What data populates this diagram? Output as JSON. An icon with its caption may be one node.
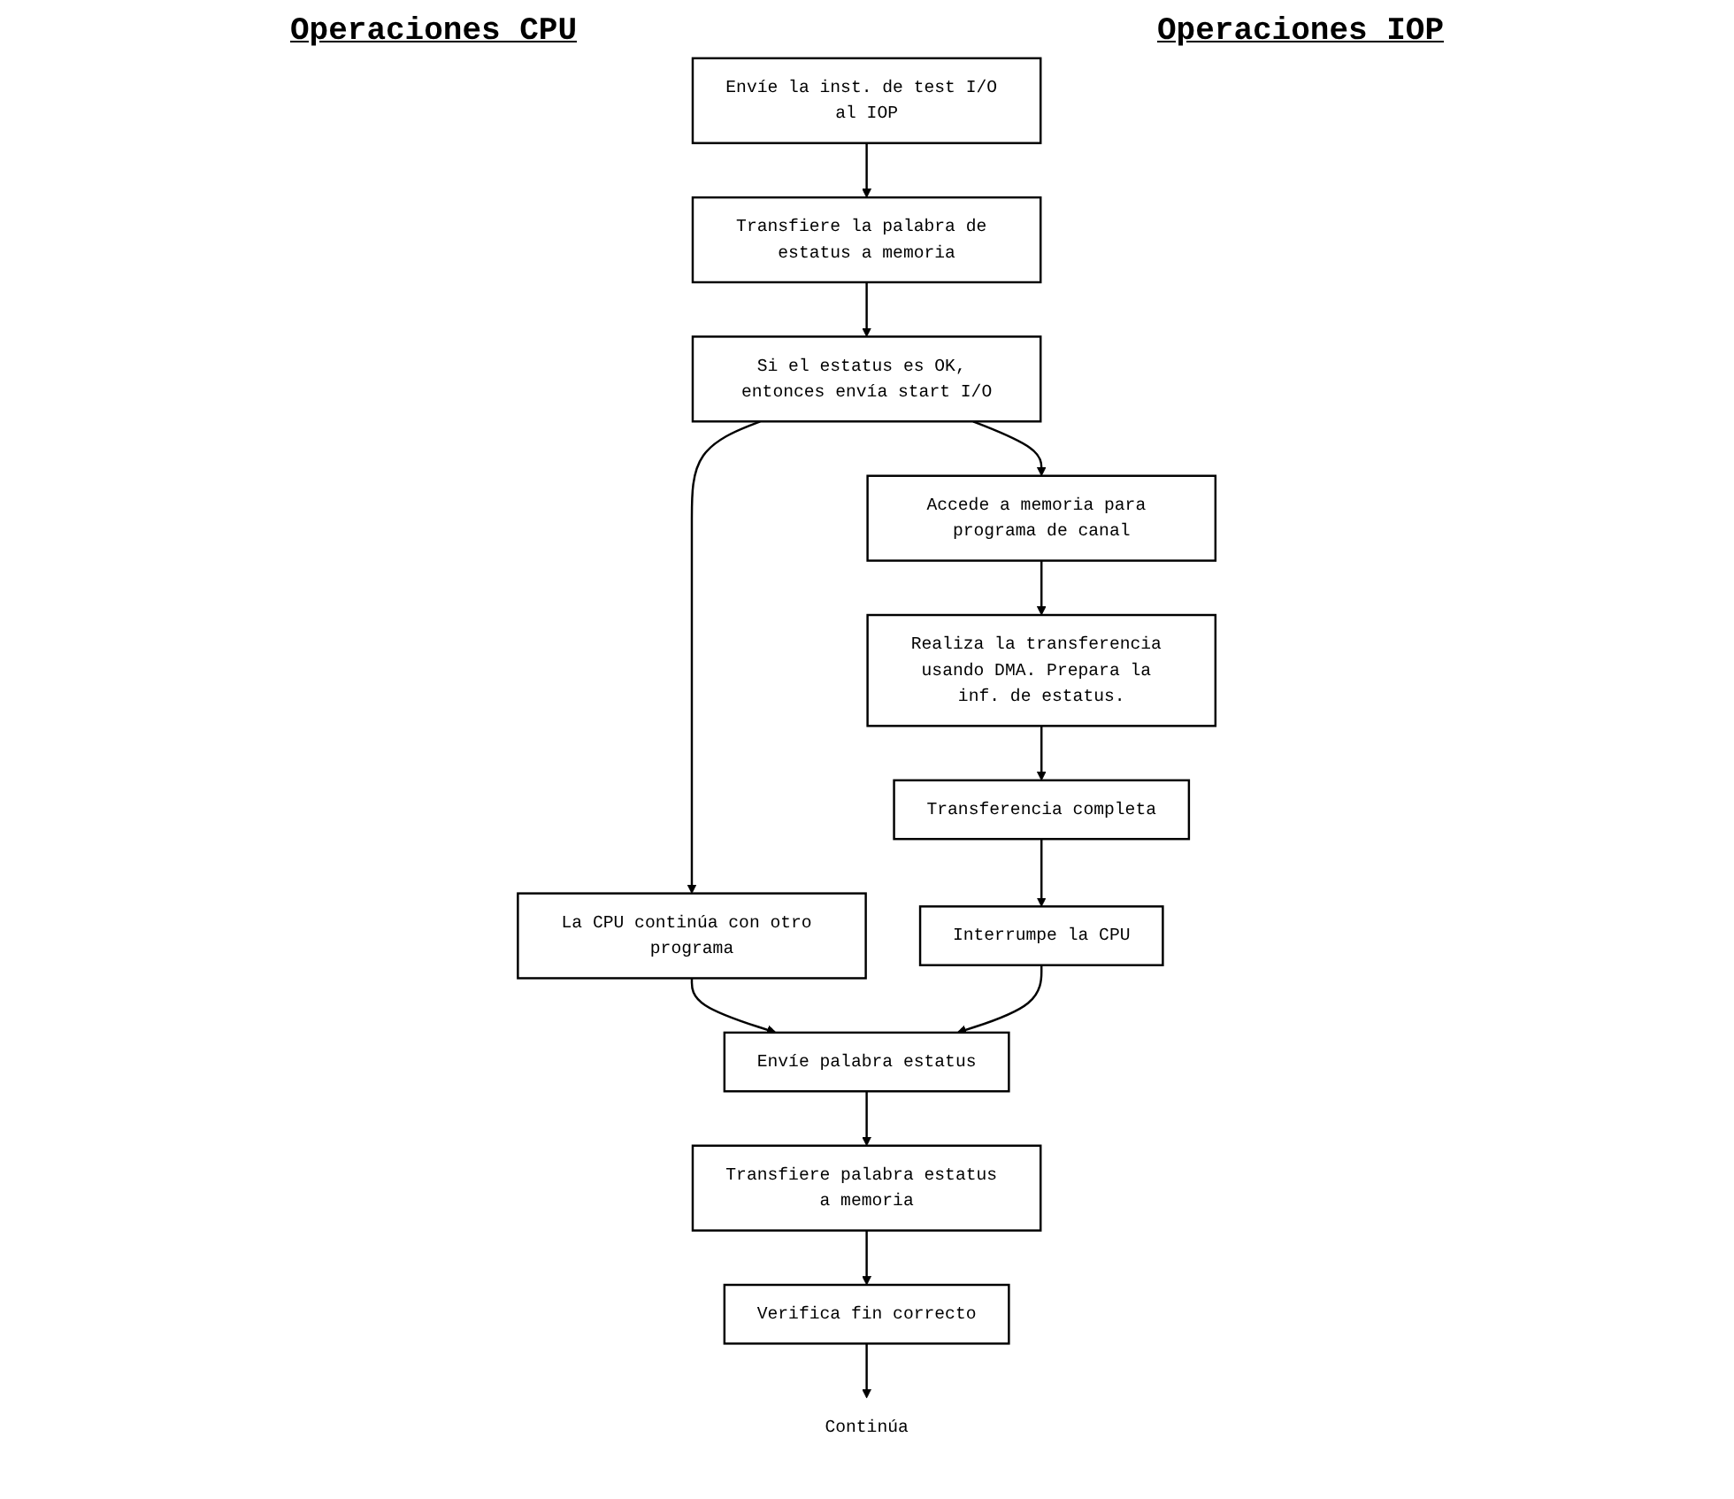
{
  "diagram": {
    "nodes": [
      {
        "text": [
          "Envíe la inst. de test I/O al IOP"
        ]
      },
      {
        "text": [
          "Transfiere la palabra de estatus a memoria"
        ]
      },
      {
        "text": [
          "Si el estatus es OK, entonces envía start I/O"
        ]
      },
      {
        "text": [
          "Accede a memoria para programa de canal"
        ]
      },
      {
        "text": [
          "La CPU continúa con otro programa"
        ]
      },
      {
        "text": [
          "Realiza la transferencia usando DMA. Prepara la inf. de estatus."
        ]
      },
      {
        "text": [
          "Transferencia completa"
        ]
      },
      {
        "text": [
          "Interrumpe la CPU"
        ]
      },
      {
        "text": [
          "Envíe palabra estatus"
        ]
      },
      {
        "text": [
          "Transfiere palabra estatus a memoria"
        ]
      },
      {
        "text": [
          "Verifica fin correcto"
        ]
      },
      {
        "text": [
          "Continúa"
        ]
      }
    ],
    "edges": [
      {
        "from": 0,
        "to": 1,
        "arrow": "to"
      },
      {
        "from": 1,
        "to": 2,
        "arrow": "to"
      },
      {
        "from": 2,
        "to": 3,
        "arrow": "to"
      },
      {
        "from": 2,
        "to": 4,
        "arrow": "to"
      },
      {
        "from": 4,
        "to": 8,
        "arrow": "to"
      },
      {
        "from": 3,
        "to": 5,
        "arrow": "to"
      },
      {
        "from": 5,
        "to": 6,
        "arrow": "to"
      },
      {
        "from": 6,
        "to": 7,
        "arrow": "to"
      },
      {
        "from": 7,
        "to": 8,
        "arrow": "to"
      },
      {
        "from": 8,
        "to": 9,
        "arrow": "to"
      },
      {
        "from": 9,
        "to": 10,
        "arrow": "to"
      },
      {
        "from": 10,
        "to": 11,
        "arrow": "to"
      }
    ],
    "labels": [
      "Operaciones CPU",
      "Operaciones IOP"
    ]
  }
}
